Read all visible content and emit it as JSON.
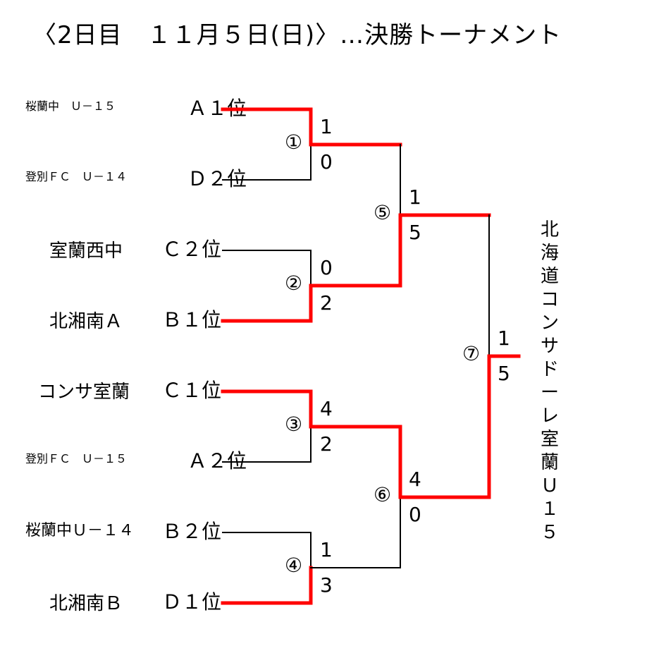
{
  "title": "〈2日目　１１月５日(日)〉…決勝トーナメント",
  "colors": {
    "winner_line": "#ff0000",
    "loser_line": "#000000"
  },
  "teams": [
    {
      "name": "桜蘭中　Ｕ－１５",
      "rank": "Ａ１位"
    },
    {
      "name": "登別ＦＣ　Ｕ－１４",
      "rank": "Ｄ２位"
    },
    {
      "name": "室蘭西中",
      "rank": "Ｃ２位"
    },
    {
      "name": "北湘南Ａ",
      "rank": "Ｂ１位"
    },
    {
      "name": "コンサ室蘭",
      "rank": "Ｃ１位"
    },
    {
      "name": "登別ＦＣ　Ｕ－１５",
      "rank": "Ａ２位"
    },
    {
      "name": "桜蘭中Ｕ－１４",
      "rank": "Ｂ２位"
    },
    {
      "name": "北湘南Ｂ",
      "rank": "Ｄ１位"
    }
  ],
  "matches": [
    {
      "number": "①",
      "score_top": "1",
      "score_bottom": "0"
    },
    {
      "number": "②",
      "score_top": "0",
      "score_bottom": "2"
    },
    {
      "number": "③",
      "score_top": "4",
      "score_bottom": "2"
    },
    {
      "number": "④",
      "score_top": "1",
      "score_bottom": "3"
    },
    {
      "number": "⑤",
      "score_top": "1",
      "score_bottom": "5"
    },
    {
      "number": "⑥",
      "score_top": "4",
      "score_bottom": "0"
    },
    {
      "number": "⑦",
      "score_top": "1",
      "score_bottom": "5"
    }
  ],
  "champion": [
    "北",
    "海",
    "道",
    "コ",
    "ン",
    "サ",
    "ド",
    "ー",
    "レ",
    "室",
    "蘭",
    "Ｕ",
    "１",
    "５"
  ]
}
